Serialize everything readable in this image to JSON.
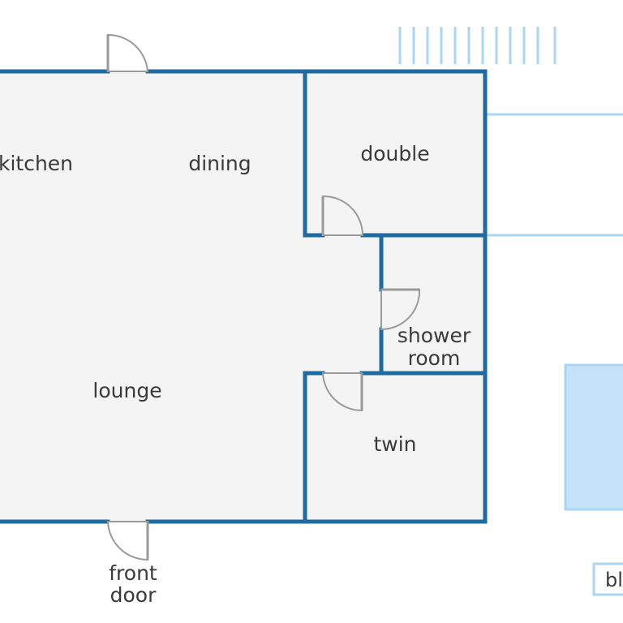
{
  "rooms": {
    "kitchen": "kitchen",
    "dining": "dining",
    "double": "double",
    "shower_line1": "shower",
    "shower_line2": "room",
    "lounge": "lounge",
    "twin": "twin"
  },
  "labels": {
    "front_door_line1": "front",
    "front_door_line2": "door",
    "cut_off_label": "bl"
  },
  "colors": {
    "wall": "#1f6aa0",
    "floor": "#f4f4f4",
    "door": "#9a9a9a",
    "light_blue": "#a9d6f5",
    "light_blue_fill": "#c4e3f8",
    "text": "#3a3a3a"
  }
}
